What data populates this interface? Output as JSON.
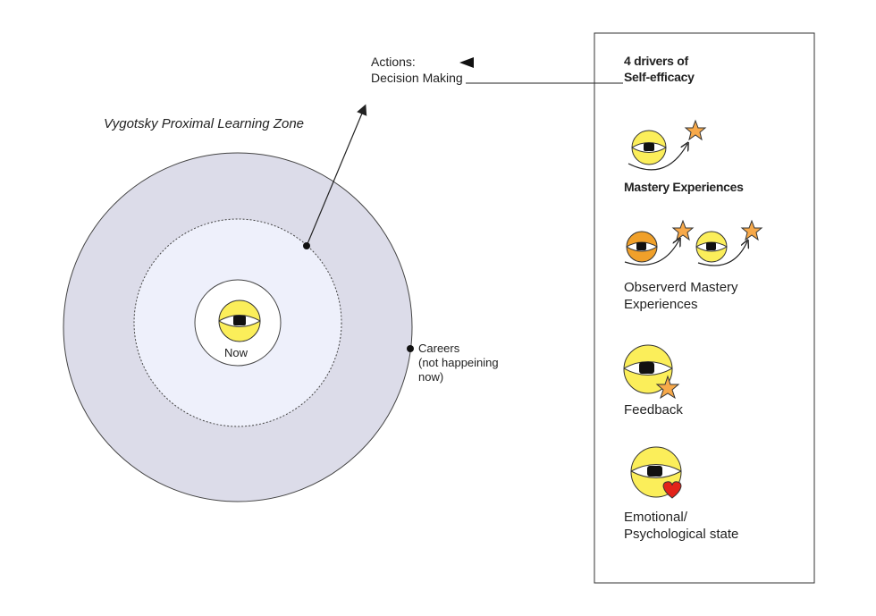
{
  "diagram": {
    "zone_title": "Vygotsky Proximal Learning Zone",
    "actions_label": "Actions:\nDecision Making",
    "center_label": "Now",
    "outer_point_label": "Careers\n(not happeining\nnow)"
  },
  "drivers_panel": {
    "title": "4 drivers of\nSelf-efficacy",
    "items": [
      {
        "label": "Mastery Experiences",
        "icon": "eye-star-arrow-icon"
      },
      {
        "label": "Observerd Mastery\nExperiences",
        "icon": "two-eyes-star-arrow-icon"
      },
      {
        "label": "Feedback",
        "icon": "eye-star-icon"
      },
      {
        "label": "Emotional/\nPsychological state",
        "icon": "eye-heart-icon"
      }
    ]
  },
  "colors": {
    "outer_ring": "#dcdce9",
    "middle_ring": "#eef0fb",
    "eye_yellow": "#fbee5a",
    "eye_orange": "#f0a02a",
    "star": "#f7a94a",
    "heart": "#e2231a",
    "stroke": "#222222"
  }
}
